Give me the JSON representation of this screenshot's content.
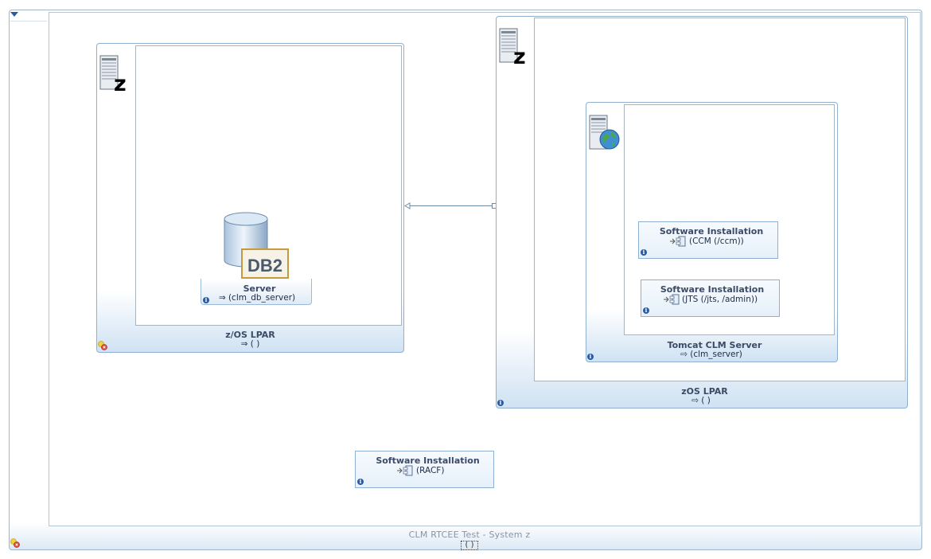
{
  "system": {
    "title": "CLM RTCEE Test - System z",
    "subtitle": "( )"
  },
  "lpar_left": {
    "title": "z/OS LPAR",
    "subtitle": "⇒ ( )",
    "server_icon": "zos-server-icon"
  },
  "db_server": {
    "title": "Server",
    "subtitle": "⇒ (clm_db_server)",
    "logo_text": "DB2",
    "icon": "db2-database-icon"
  },
  "lpar_right": {
    "title": "zOS LPAR",
    "subtitle": "⇨ ( )",
    "server_icon": "zos-server-icon"
  },
  "tomcat": {
    "title": "Tomcat CLM Server",
    "subtitle": "⇨ (clm_server)",
    "icon": "web-server-icon"
  },
  "software": [
    {
      "title": "Software Installation",
      "subtitle": "(CCM (/ccm))"
    },
    {
      "title": "Software Installation",
      "subtitle": "(JTS (/jts, /admin))"
    },
    {
      "title": "Software Installation",
      "subtitle": "(RACF)"
    }
  ],
  "colors": {
    "frame_border": "#8fb0cf",
    "frame_gradient": "#cfe2f3",
    "title_text": "#3d4a66",
    "info_icon": "#2a5aa0"
  }
}
